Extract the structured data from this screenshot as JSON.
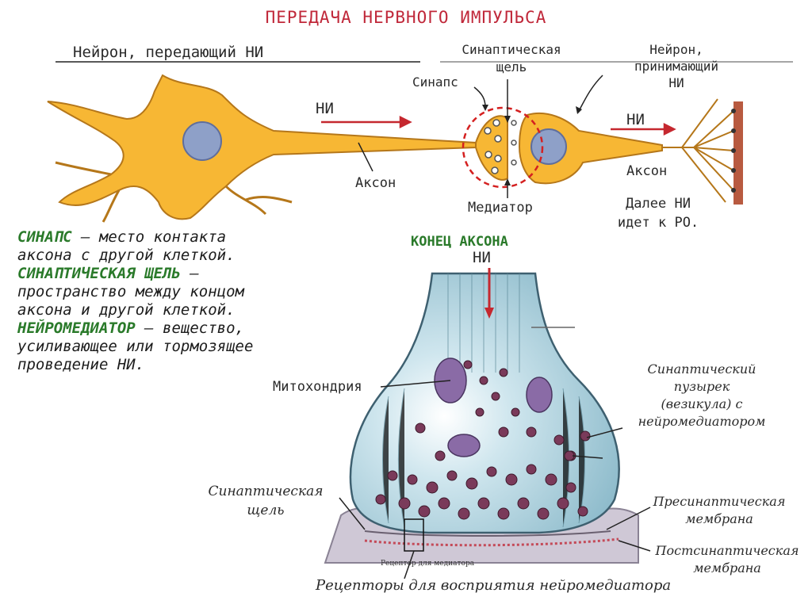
{
  "title": "ПЕРЕДАЧА НЕРВНОГО ИМПУЛЬСА",
  "top_labels": {
    "sending_neuron": "Нейрон, передающий НИ",
    "synaptic_cleft": [
      "Синаптическая",
      "щель"
    ],
    "synapse": "Синапс",
    "receiving_neuron": [
      "Нейрон,",
      "принимающий",
      "НИ"
    ],
    "impulse_1": "НИ",
    "impulse_2": "НИ",
    "axon_1": "Аксон",
    "axon_2": "Аксон",
    "mediator": "Медиатор",
    "next": [
      "Далее НИ",
      "идет к РО."
    ]
  },
  "definitions": [
    {
      "term": "СИНАПС",
      "text": " – место контакта аксона с другой клеткой."
    },
    {
      "term": "СИНАПТИЧЕСКАЯ ЩЕЛЬ",
      "text": " – пространство между концом аксона и другой клеткой."
    },
    {
      "term": "НЕЙРОМЕДИАТОР",
      "text": " – вещество, усиливающее или тормозящее проведение НИ."
    }
  ],
  "bottom_labels": {
    "axon_end": "КОНЕЦ АКСОНА",
    "impulse": "НИ",
    "mitochondria": "Митохондрия",
    "vesicle": [
      "Синаптический",
      "пузырек",
      "(везикула) с",
      "нейромедиатором"
    ],
    "cleft": [
      "Синаптическая",
      "щель"
    ],
    "presynaptic": [
      "Пресинаптическая",
      "мембрана"
    ],
    "postsynaptic": [
      "Постсинаптическая",
      "мембрана"
    ],
    "receptor_small": "Рецептор для медиатора",
    "receptors": "Рецепторы для восприятия нейромедиатора"
  },
  "colors": {
    "title": "#c0283a",
    "term": "#2a7a2a",
    "neuron_fill": "#f7b734",
    "neuron_stroke": "#b5771a",
    "nucleus": "#8ea0c8",
    "arrow": "#c5282f",
    "circle": "#d42020",
    "bulb": "#b9d8e3",
    "vesicle": "#7a3a5a",
    "muscle": "#b85a40"
  }
}
